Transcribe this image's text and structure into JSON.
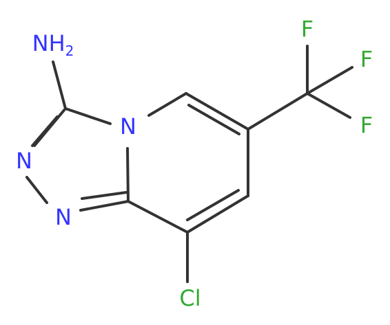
{
  "molecule": {
    "atoms": [
      {
        "id": "nh2",
        "label": "NH",
        "sub": "2",
        "color": "#3333ff"
      },
      {
        "id": "n_bridge",
        "label": "N",
        "color": "#3333ff"
      },
      {
        "id": "n_left_upper",
        "label": "N",
        "color": "#3333ff"
      },
      {
        "id": "n_left_lower",
        "label": "N",
        "color": "#3333ff"
      },
      {
        "id": "cl",
        "label": "Cl",
        "color": "#33aa33"
      },
      {
        "id": "f_top",
        "label": "F",
        "color": "#33aa33"
      },
      {
        "id": "f_right",
        "label": "F",
        "color": "#33aa33"
      },
      {
        "id": "f_bottom",
        "label": "F",
        "color": "#33aa33"
      }
    ],
    "bond_color": "#333333"
  }
}
